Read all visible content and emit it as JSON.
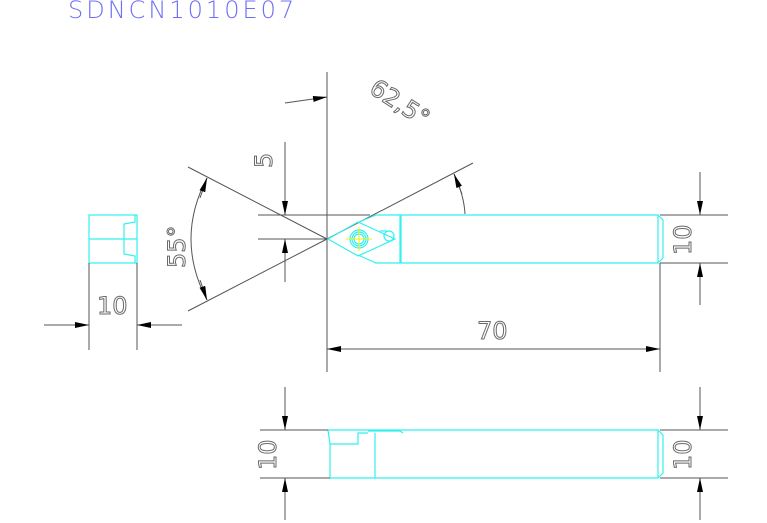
{
  "title": "SDNCN1010E07",
  "colors": {
    "title": "#6f6ff5",
    "outline": "#33f0f0",
    "dimension": "#555555",
    "center_mark": "#f0f000"
  },
  "dimensions": {
    "approach_angle": "62,5°",
    "insert_angle": "55°",
    "tip_offset": "5",
    "end_width": "10",
    "shank_height_top": "10",
    "overall_length": "70",
    "side_height_left": "10",
    "side_height_right": "10"
  },
  "views": [
    "end-view",
    "top-view",
    "side-view"
  ]
}
